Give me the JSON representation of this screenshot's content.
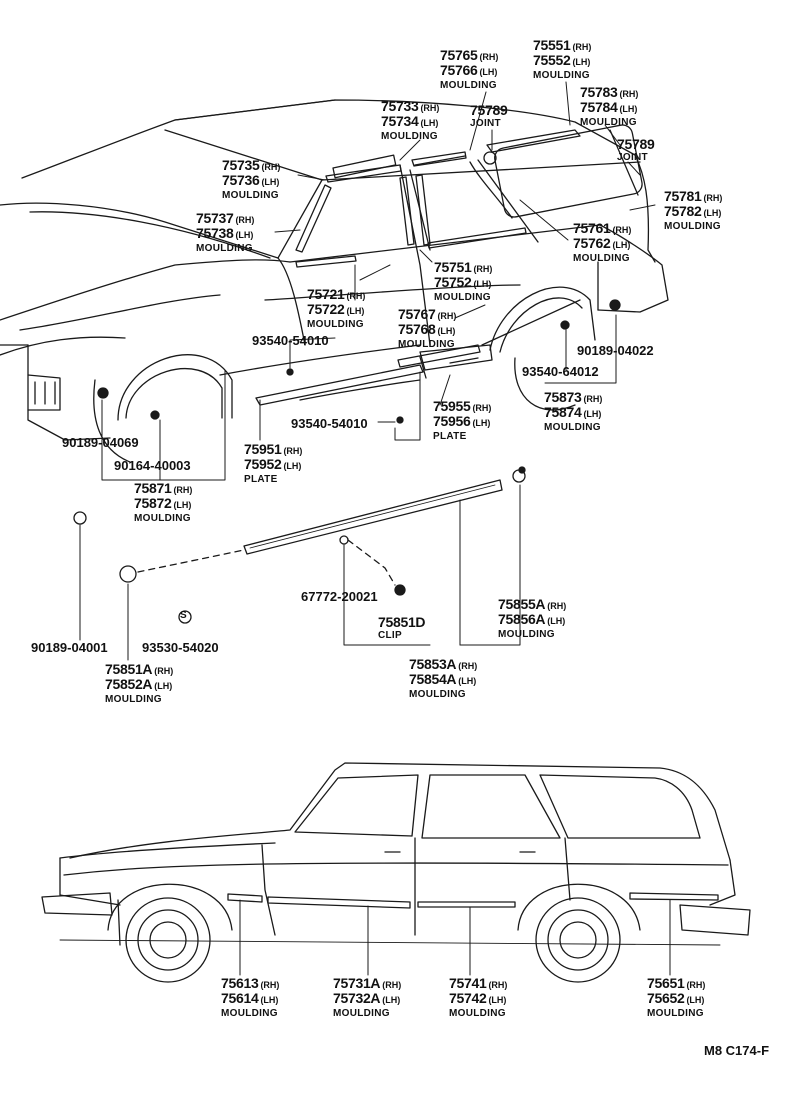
{
  "callouts": [
    {
      "id": "c-75765",
      "p1": "75765",
      "s1": "(RH)",
      "p2": "75766",
      "s2": "(LH)",
      "desc": "MOULDING"
    },
    {
      "id": "c-75551",
      "p1": "75551",
      "s1": "(RH)",
      "p2": "75552",
      "s2": "(LH)",
      "desc": "MOULDING"
    },
    {
      "id": "c-75783",
      "p1": "75783",
      "s1": "(RH)",
      "p2": "75784",
      "s2": "(LH)",
      "desc": "MOULDING"
    },
    {
      "id": "c-75733",
      "p1": "75733",
      "s1": "(RH)",
      "p2": "75734",
      "s2": "(LH)",
      "desc": "MOULDING"
    },
    {
      "id": "c-75735",
      "p1": "75735",
      "s1": "(RH)",
      "p2": "75736",
      "s2": "(LH)",
      "desc": "MOULDING"
    },
    {
      "id": "c-75737",
      "p1": "75737",
      "s1": "(RH)",
      "p2": "75738",
      "s2": "(LH)",
      "desc": "MOULDING"
    },
    {
      "id": "c-75781",
      "p1": "75781",
      "s1": "(RH)",
      "p2": "75782",
      "s2": "(LH)",
      "desc": "MOULDING"
    },
    {
      "id": "c-75761",
      "p1": "75761",
      "s1": "(RH)",
      "p2": "75762",
      "s2": "(LH)",
      "desc": "MOULDING"
    },
    {
      "id": "c-75751",
      "p1": "75751",
      "s1": "(RH)",
      "p2": "75752",
      "s2": "(LH)",
      "desc": "MOULDING"
    },
    {
      "id": "c-75721",
      "p1": "75721",
      "s1": "(RH)",
      "p2": "75722",
      "s2": "(LH)",
      "desc": "MOULDING"
    },
    {
      "id": "c-75767",
      "p1": "75767",
      "s1": "(RH)",
      "p2": "75768",
      "s2": "(LH)",
      "desc": "MOULDING"
    },
    {
      "id": "c-75873",
      "p1": "75873",
      "s1": "(RH)",
      "p2": "75874",
      "s2": "(LH)",
      "desc": "MOULDING"
    },
    {
      "id": "c-75955",
      "p1": "75955",
      "s1": "(RH)",
      "p2": "75956",
      "s2": "(LH)",
      "desc": "PLATE"
    },
    {
      "id": "c-75951",
      "p1": "75951",
      "s1": "(RH)",
      "p2": "75952",
      "s2": "(LH)",
      "desc": "PLATE"
    },
    {
      "id": "c-75871",
      "p1": "75871",
      "s1": "(RH)",
      "p2": "75872",
      "s2": "(LH)",
      "desc": "MOULDING"
    },
    {
      "id": "c-75855a",
      "p1": "75855A",
      "s1": "(RH)",
      "p2": "75856A",
      "s2": "(LH)",
      "desc": "MOULDING"
    },
    {
      "id": "c-75853a",
      "p1": "75853A",
      "s1": "(RH)",
      "p2": "75854A",
      "s2": "(LH)",
      "desc": "MOULDING"
    },
    {
      "id": "c-75851a",
      "p1": "75851A",
      "s1": "(RH)",
      "p2": "75852A",
      "s2": "(LH)",
      "desc": "MOULDING"
    },
    {
      "id": "c-75613",
      "p1": "75613",
      "s1": "(RH)",
      "p2": "75614",
      "s2": "(LH)",
      "desc": "MOULDING"
    },
    {
      "id": "c-75731a",
      "p1": "75731A",
      "s1": "(RH)",
      "p2": "75732A",
      "s2": "(LH)",
      "desc": "MOULDING"
    },
    {
      "id": "c-75741",
      "p1": "75741",
      "s1": "(RH)",
      "p2": "75742",
      "s2": "(LH)",
      "desc": "MOULDING"
    },
    {
      "id": "c-75651",
      "p1": "75651",
      "s1": "(RH)",
      "p2": "75652",
      "s2": "(LH)",
      "desc": "MOULDING"
    }
  ],
  "joints": [
    {
      "id": "j-75789a",
      "part": "75789",
      "desc": "JOINT"
    },
    {
      "id": "j-75789b",
      "part": "75789",
      "desc": "JOINT"
    },
    {
      "id": "j-75851d",
      "part": "75851D",
      "desc": "CLIP"
    }
  ],
  "fasteners": [
    {
      "id": "f-93540-54010-a",
      "text": "93540-54010"
    },
    {
      "id": "f-93540-54010-b",
      "text": "93540-54010"
    },
    {
      "id": "f-90189-04022",
      "text": "90189-04022"
    },
    {
      "id": "f-93540-64012",
      "text": "93540-64012"
    },
    {
      "id": "f-90189-04069",
      "text": "90189-04069"
    },
    {
      "id": "f-90164-40003",
      "text": "90164-40003"
    },
    {
      "id": "f-67772-20021",
      "text": "67772-20021"
    },
    {
      "id": "f-90189-04001",
      "text": "90189-04001"
    },
    {
      "id": "f-93530-54020",
      "text": "93530-54020"
    }
  ],
  "symbol_s": "S",
  "footer_code": "M8  C174-F"
}
